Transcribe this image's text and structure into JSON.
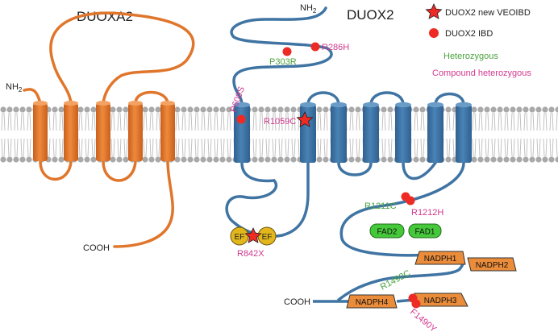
{
  "titles": {
    "left": "DUOXA2",
    "right": "DUOX2"
  },
  "termini": {
    "duoxa2_n": "NH",
    "duoxa2_n_sub": "2",
    "duoxa2_c": "COOH",
    "duox2_n": "NH",
    "duox2_n_sub": "2",
    "duox2_c": "COOH"
  },
  "legend": {
    "star": "DUOX2 new VEOIBD",
    "dot": "DUOX2 IBD",
    "het": "Heterozygous",
    "comp": "Compound heterozygous"
  },
  "mutations": {
    "p303r": "P303R",
    "r286h": "R286H",
    "p609s": "P609S",
    "r1059c": "R1059C",
    "r1211c": "R1211C",
    "r1212h": "R1212H",
    "r842x": "R842X",
    "r1492c": "R1492C",
    "f1490y": "F1490Y"
  },
  "domains": {
    "ef1": "EF",
    "ef2": "EF",
    "fad2": "FAD2",
    "fad1": "FAD1",
    "nadph1": "NADPH1",
    "nadph2": "NADPH2",
    "nadph3": "NADPH3",
    "nadph4": "NADPH4"
  },
  "colors": {
    "duoxa2": "#e0762b",
    "duox2": "#3f74a3",
    "mutation": "#ee2a24",
    "heterozygous": "#4ba33f",
    "compound": "#d2388f",
    "fad": "#45c93a",
    "ef": "#e3b61c",
    "nadph": "#ea8c3a",
    "membrane": "#a9a9a9"
  }
}
